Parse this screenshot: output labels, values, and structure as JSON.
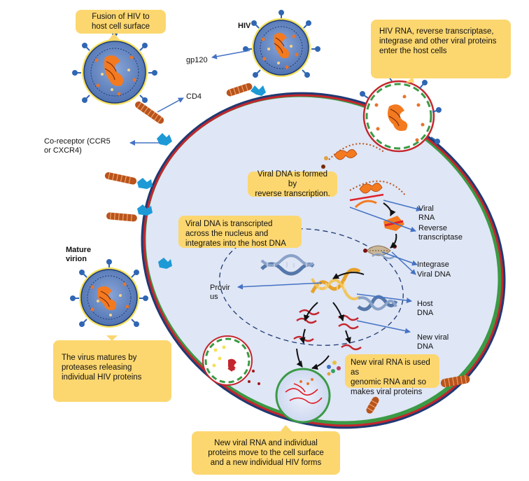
{
  "callouts": {
    "fusion": "Fusion of HIV to\nhost cell surface",
    "entry": "HIV RNA, reverse transcriptase,\nintegrase and other viral proteins\nenter the host cells",
    "viral_dna_formed": "Viral DNA is formed by\nreverse transcription.",
    "transcribed": "Viral DNA is transcripted\nacross the nucleus and\nintegrates into the host DNA",
    "matures": "The virus matures by\nproteases releasing\nindividual HIV proteins",
    "new_rna_genomic": "New viral RNA is used as\ngenomic RNA and so\nmakes viral proteins",
    "cell_surface": "New viral RNA and individual\nproteins move to the cell surface\nand a new individual HIV forms"
  },
  "labels": {
    "hiv": "HIV",
    "gp120": "gp120",
    "cd4": "CD4",
    "coreceptor": "Co-receptor (CCR5\nor CXCR4)",
    "mature_virion": "Mature\nvirion",
    "provirus": "Provir\nus",
    "viral_rna": "Viral\nRNA",
    "reverse_transcriptase": "Reverse\ntranscriptase",
    "integrase": "Integrase",
    "viral_dna": "Viral DNA",
    "host_dna": "Host\nDNA",
    "new_viral_dna": "New viral\nDNA"
  },
  "colors": {
    "callout_bg": "#fcd770",
    "cell_fill": "#dfe6f5",
    "membrane_red": "#c4262e",
    "membrane_green": "#3a9a45",
    "membrane_navy": "#1f3a73",
    "arrow_blue": "#4472c4",
    "virion_fill": "#5e82c2",
    "rna_orange": "#f47a20",
    "receptor_blue": "#1d9ad6",
    "dna_gold": "#e6a22a",
    "dna_blue": "#5577aa"
  }
}
